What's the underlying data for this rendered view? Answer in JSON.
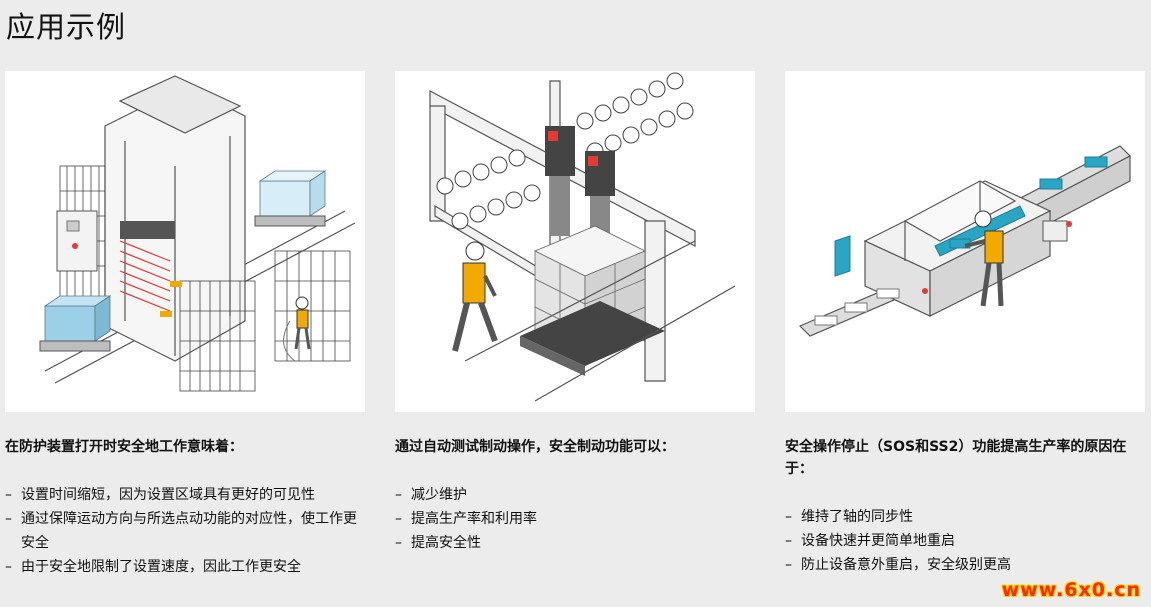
{
  "title": "应用示例",
  "columns": [
    {
      "heading": "在防护装置打开时安全地工作意味着：",
      "items": [
        "设置时间缩短，因为设置区域具有更好的可见性",
        "通过保障运动方向与所选点动功能的对应性，使工作更安全",
        "由于安全地限制了设置速度，因此工作更安全"
      ]
    },
    {
      "heading": "通过自动测试制动操作，安全制动功能可以：",
      "items": [
        "减少维护",
        "提高生产率和利用率",
        "提高安全性"
      ]
    },
    {
      "heading": "安全操作停止（SOS和SS2）功能提高生产率的原因在于：",
      "items": [
        "维持了轴的同步性",
        "设备快速并更简单地重启",
        "防止设备意外重启，安全级别更高"
      ]
    }
  ],
  "watermark": "www.6x0.cn",
  "colors": {
    "background": "#ececec",
    "worker_vest": "#f2a900",
    "package_blue": "#9ccfe8",
    "conveyor_teal": "#2aa6c4",
    "safety_red": "#e53935",
    "watermark_red": "#ff2a00"
  },
  "icons": [
    "palletizer-illustration",
    "gantry-robot-illustration",
    "packaging-machine-illustration"
  ]
}
